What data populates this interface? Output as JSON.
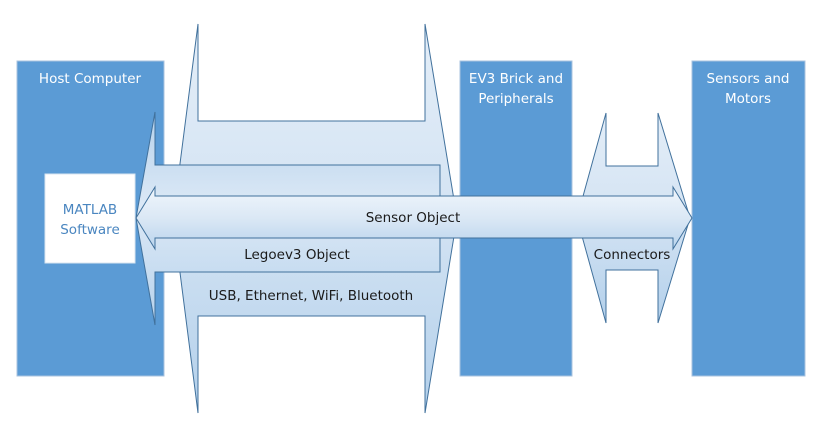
{
  "diagram": {
    "colors": {
      "block_fill": "#5b9bd5",
      "block_border": "#a9c3df",
      "arrow_stroke": "#41719c",
      "arrow_fill_light": "#e4eef8",
      "arrow_fill_dark": "#b3d0eb",
      "matlab_text": "#4a86c0",
      "label_text": "#1a1a1a"
    },
    "blocks": [
      {
        "id": "host",
        "lines": [
          "Host Computer"
        ]
      },
      {
        "id": "ev3",
        "lines": [
          "EV3 Brick and",
          "Peripherals"
        ]
      },
      {
        "id": "sensors",
        "lines": [
          "Sensors and",
          "Motors"
        ]
      }
    ],
    "matlab_box": {
      "lines": [
        "MATLAB",
        "Software"
      ]
    },
    "arrows": {
      "transport": {
        "label": "USB, Ethernet, WiFi, Bluetooth"
      },
      "legoev3": {
        "label": "Legoev3 Object"
      },
      "sensor_object": {
        "label": "Sensor Object"
      },
      "connectors": {
        "label": "Connectors"
      }
    }
  }
}
